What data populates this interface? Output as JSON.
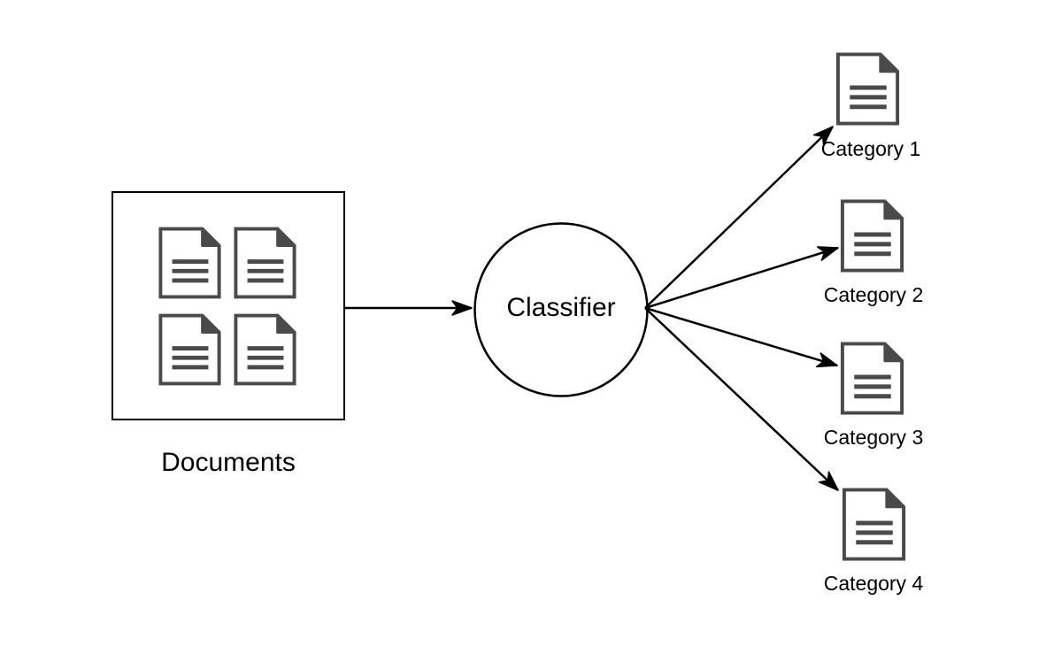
{
  "diagram": {
    "background_color": "#ffffff",
    "line_color": "#000000",
    "text_color": "#000000",
    "document_icon_color": "#4a4a4a",
    "documents_group": {
      "label": "Documents",
      "icon": "document-icon",
      "icon_count": 4
    },
    "classifier_node": {
      "label": "Classifier",
      "shape": "circle"
    },
    "categories": [
      {
        "label": "Category 1",
        "icon": "document-icon"
      },
      {
        "label": "Category 2",
        "icon": "document-icon"
      },
      {
        "label": "Category 3",
        "icon": "document-icon"
      },
      {
        "label": "Category 4",
        "icon": "document-icon"
      }
    ]
  }
}
